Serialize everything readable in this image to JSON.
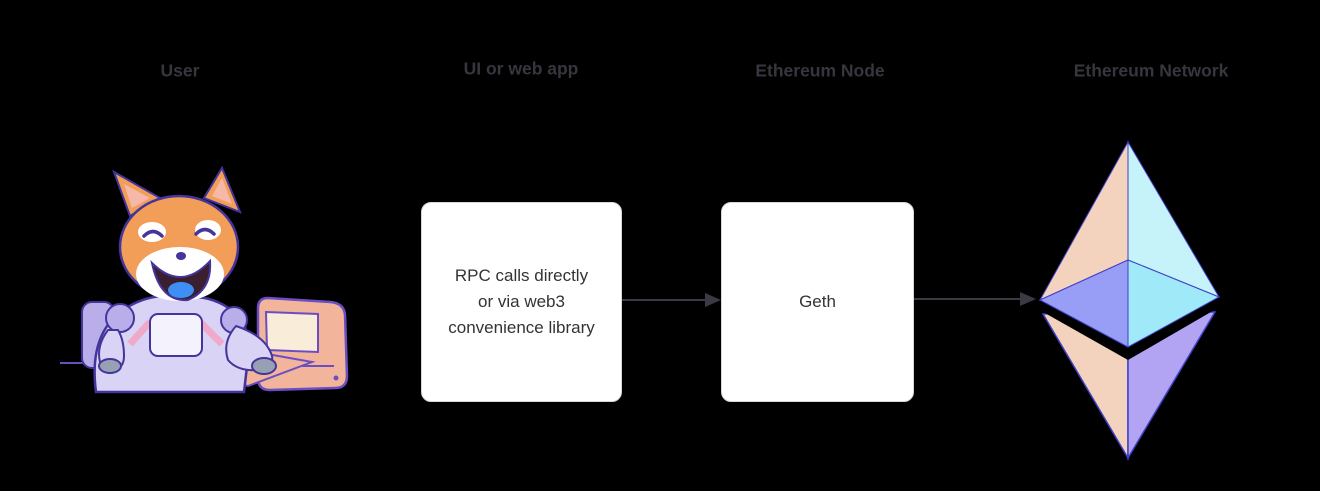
{
  "columns": [
    {
      "label": "User"
    },
    {
      "label": "UI or web app"
    },
    {
      "label": "Ethereum Node"
    },
    {
      "label": "Ethereum Network"
    }
  ],
  "nodes": {
    "user": {
      "icon": "doge-astronaut-at-computer"
    },
    "webapp": {
      "label": "RPC calls directly or via web3 convenience library"
    },
    "geth": {
      "label": "Geth"
    },
    "network": {
      "icon": "ethereum-logo"
    }
  },
  "edges": [
    {
      "from": "webapp",
      "to": "geth",
      "style": "arrow"
    },
    {
      "from": "geth",
      "to": "network",
      "style": "arrow"
    }
  ],
  "colors": {
    "background": "#000000",
    "header_text": "#36363f",
    "box_bg": "#ffffff",
    "box_border": "#d7d7d7",
    "box_text": "#333333",
    "arrow": "#3a3a44",
    "eth": {
      "top_left": "#f3d3bd",
      "top_right": "#c6f2fa",
      "mid_left": "#989ef6",
      "mid_right": "#9fe9f8",
      "bottom_left": "#f3d3bd",
      "bottom_right": "#b2a4f2",
      "edge": "#4040c8",
      "shadow": "#000000"
    },
    "doge": {
      "fur": "#f29d58",
      "ear_inner": "#f6b9a9",
      "white": "#ffffff",
      "outline": "#43359c",
      "mouth": "#3a1f30",
      "tongue": "#3f8ef5",
      "suit": "#d9d3f6",
      "suit_light": "#f4f2fc",
      "suit_shade": "#b9aee9",
      "strap": "#f0a9c6",
      "glove": "#98a0b4",
      "computer": "#f2b59c",
      "computer_outline": "#6b4fc2",
      "screen": "#f9ecd9"
    }
  }
}
